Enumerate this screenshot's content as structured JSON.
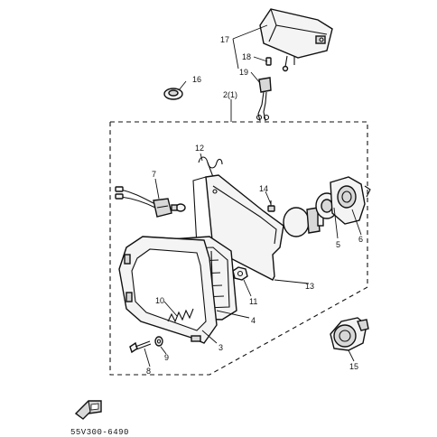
{
  "callouts": {
    "c2": "2(1)",
    "c3": "3",
    "c4": "4",
    "c5": "5",
    "c6": "6",
    "c7": "7",
    "c8": "8",
    "c9": "9",
    "c10": "10",
    "c11": "11",
    "c12": "12",
    "c13": "13",
    "c14": "14",
    "c15": "15",
    "c16": "16",
    "c17": "17",
    "c18": "18",
    "c19": "19"
  },
  "diagram_code": "55V300-6490",
  "icons": {
    "front": "front-direction-arrow-icon"
  }
}
